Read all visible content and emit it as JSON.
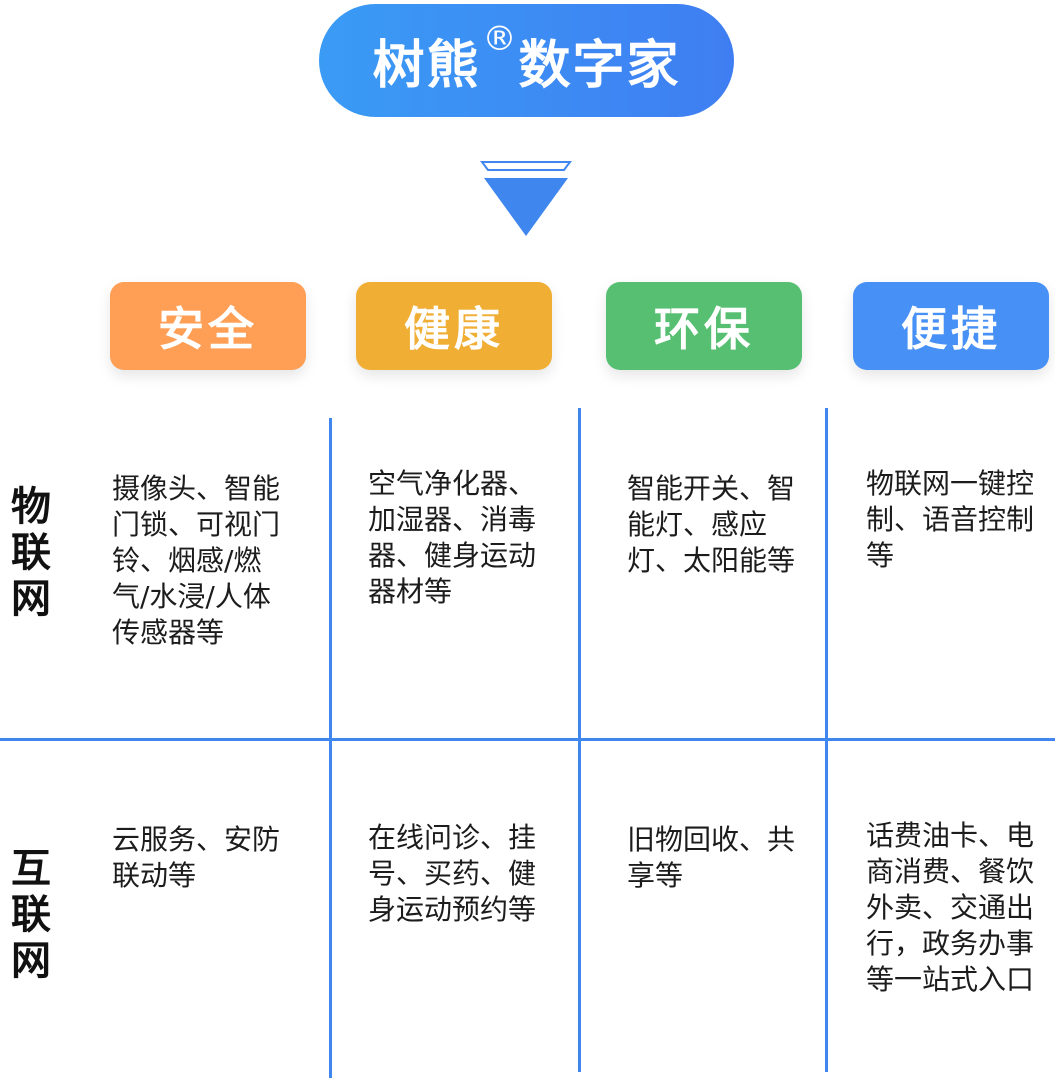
{
  "title": {
    "main": "树熊",
    "reg": "®",
    "rest": "数字家"
  },
  "categories": [
    "安全",
    "健康",
    "环保",
    "便捷"
  ],
  "rows": [
    {
      "label": "物联网",
      "cells": [
        "摄像头、智能门锁、可视门铃、烟感/燃气/水浸/人体传感器等",
        "空气净化器、加湿器、消毒器、健身运动器材等",
        "智能开关、智能灯、感应灯、太阳能等",
        "物联网一键控制、语音控制等"
      ]
    },
    {
      "label": "互联网",
      "cells": [
        "云服务、安防联动等",
        "在线问诊、挂号、买药、健身运动预约等",
        "旧物回收、共享等",
        "话费油卡、电商消费、餐饮外卖、交通出行，政务办事等一站式入口"
      ]
    }
  ],
  "colors": {
    "title_gradient_start": "#3a9bf5",
    "title_gradient_end": "#3f7ef2",
    "safety": "#ff9e55",
    "health": "#f0ae35",
    "eco": "#57bf72",
    "convenience": "#4790f5",
    "grid_line": "#3f86ef"
  },
  "icons": {
    "arrow": "down-triangle-arrow-icon"
  }
}
